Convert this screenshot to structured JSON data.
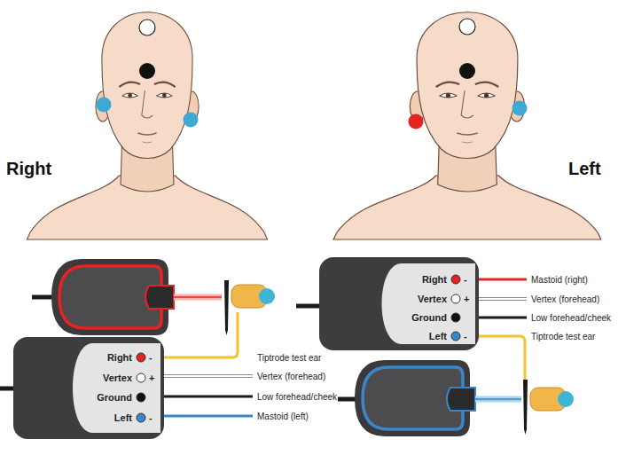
{
  "diagram": {
    "nodes": [
      {
        "text": [
          "Right",
          "-",
          "Vertex",
          "+",
          "Ground",
          "Left",
          "-"
        ]
      },
      {
        "text": [
          "Right",
          "-",
          "Vertex",
          "+",
          "Ground",
          "Left",
          "-"
        ]
      }
    ],
    "labels": [
      "Right",
      "Left",
      "Tiptrode test ear",
      "Vertex (forehead)",
      "Low forehead/cheek",
      "Mastoid (left)",
      "Mastoid (right)",
      "Vertex (forehead)",
      "Low forehead/cheek",
      "Tiptrode test ear"
    ]
  }
}
